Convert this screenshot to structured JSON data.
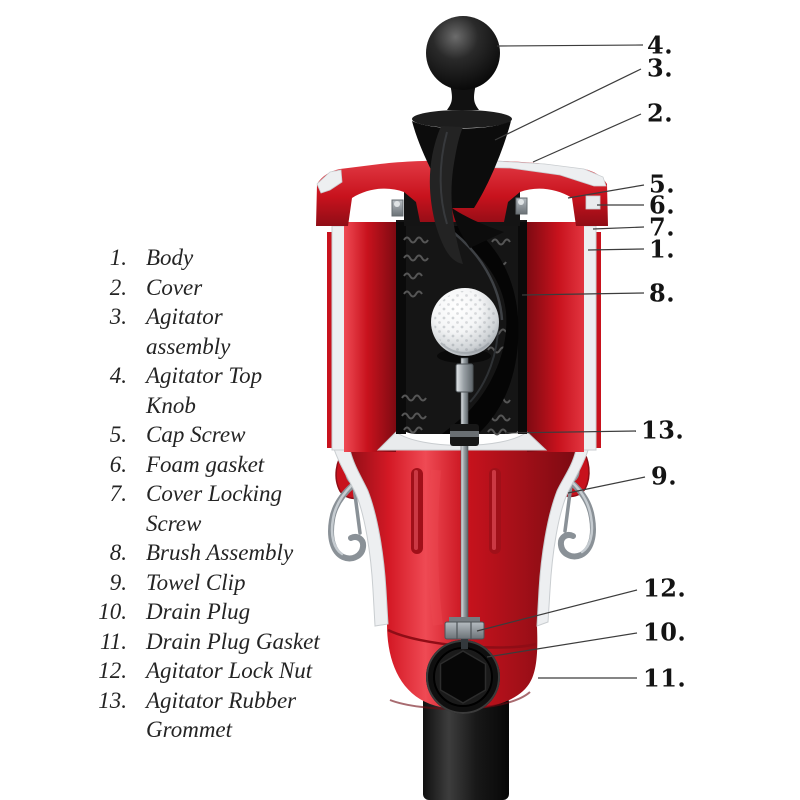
{
  "parts_list": {
    "items": [
      {
        "num": "1.",
        "line1": "Body",
        "line2": ""
      },
      {
        "num": "2.",
        "line1": "Cover",
        "line2": ""
      },
      {
        "num": "3.",
        "line1": "Agitator",
        "line2": "assembly"
      },
      {
        "num": "4.",
        "line1": "Agitator Top",
        "line2": "Knob"
      },
      {
        "num": "5.",
        "line1": "Cap Screw",
        "line2": ""
      },
      {
        "num": "6.",
        "line1": "Foam gasket",
        "line2": ""
      },
      {
        "num": "7.",
        "line1": "Cover Locking",
        "line2": "Screw"
      },
      {
        "num": "8.",
        "line1": "Brush Assembly",
        "line2": ""
      },
      {
        "num": "9.",
        "line1": "Towel Clip",
        "line2": ""
      },
      {
        "num": "10.",
        "line1": "Drain Plug",
        "line2": ""
      },
      {
        "num": "11.",
        "line1": "Drain Plug Gasket",
        "line2": ""
      },
      {
        "num": "12.",
        "line1": "Agitator Lock Nut",
        "line2": ""
      },
      {
        "num": "13.",
        "line1": "Agitator Rubber",
        "line2": "Grommet"
      }
    ]
  },
  "callouts": [
    {
      "label": "4."
    },
    {
      "label": "3."
    },
    {
      "label": "2."
    },
    {
      "label": "5."
    },
    {
      "label": "6."
    },
    {
      "label": "7."
    },
    {
      "label": "1."
    },
    {
      "label": "8."
    },
    {
      "label": "13."
    },
    {
      "label": "9."
    },
    {
      "label": "12."
    },
    {
      "label": "10."
    },
    {
      "label": "11."
    }
  ],
  "colors": {
    "body_red": "#c8121d",
    "body_red_dark": "#7e0a12",
    "body_red_light": "#ef4a54",
    "cut_edge_white": "#edeff1",
    "agitator_black": "#0d0d0d",
    "metal_gray": "#a8afb5",
    "leader_line": "#3c3c3c"
  }
}
